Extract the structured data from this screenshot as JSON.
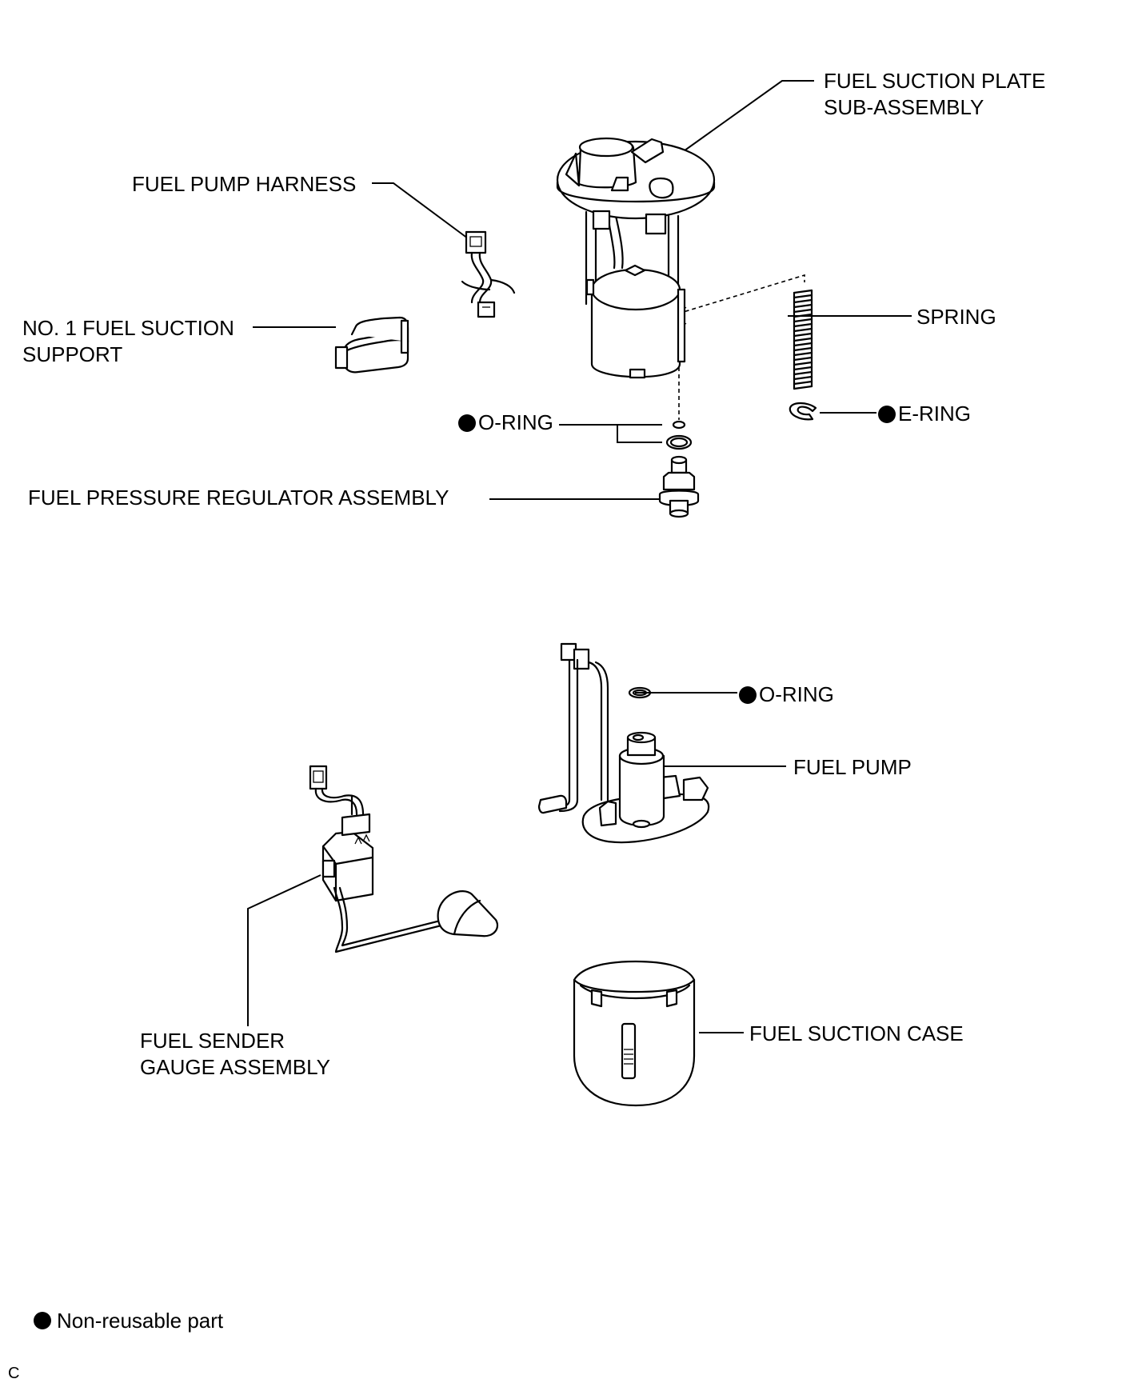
{
  "labels": {
    "fuel_suction_plate_l1": "FUEL SUCTION PLATE",
    "fuel_suction_plate_l2": "SUB-ASSEMBLY",
    "fuel_pump_harness": "FUEL PUMP HARNESS",
    "no1_fuel_suction_l1": "NO. 1 FUEL SUCTION",
    "no1_fuel_suction_l2": "SUPPORT",
    "spring": "SPRING",
    "e_ring": "E-RING",
    "o_ring_upper": "O-RING",
    "fuel_pressure_regulator": "FUEL PRESSURE REGULATOR ASSEMBLY",
    "o_ring_lower": "O-RING",
    "fuel_pump": "FUEL PUMP",
    "fuel_sender_l1": "FUEL SENDER",
    "fuel_sender_l2": "GAUGE ASSEMBLY",
    "fuel_suction_case": "FUEL SUCTION CASE"
  },
  "legend": {
    "text": "Non-reusable part"
  },
  "footer_code": "C"
}
